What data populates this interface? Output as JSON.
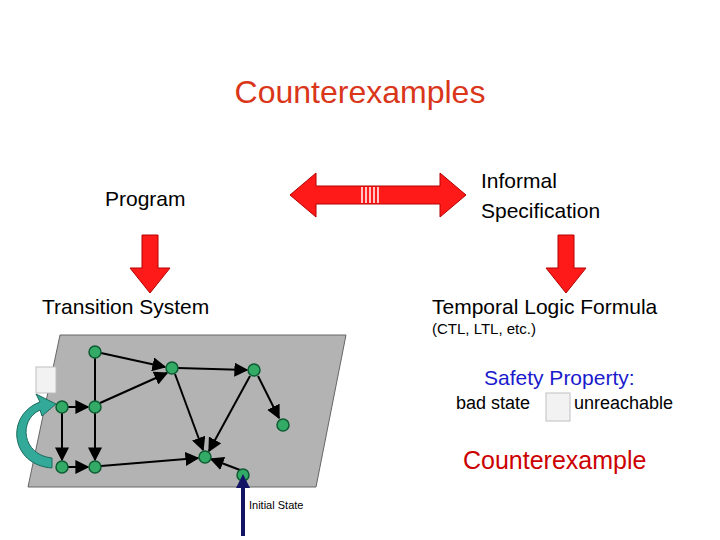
{
  "diagram": {
    "title": "Counterexamples",
    "labels": [
      "Program",
      "Informal Specification",
      "Transition System",
      "Temporal Logic Formula",
      "(CTL, LTL, etc.)",
      "Safety Property:",
      "bad state",
      "unreachable",
      "Counterexample",
      "Initial State"
    ]
  }
}
